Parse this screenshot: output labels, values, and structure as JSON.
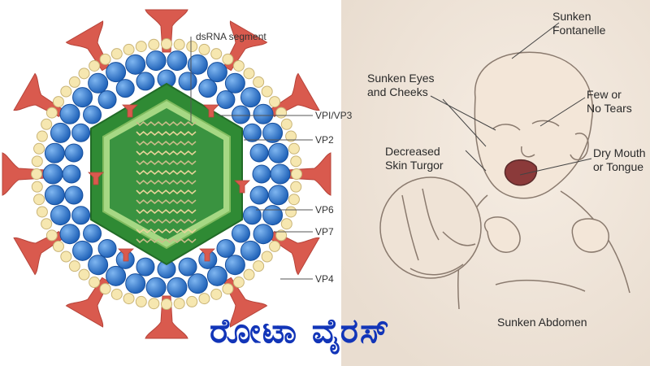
{
  "virus_labels": {
    "dsrna": "dsRNA segment",
    "vp1vp3": "VPI/VP3",
    "vp2": "VP2",
    "vp6": "VP6",
    "vp7": "VP7",
    "vp4": "VP4"
  },
  "symptom_labels": {
    "fontanelle": "Sunken\nFontanelle",
    "eyes": "Sunken Eyes\nand Cheeks",
    "tears": "Few or\nNo Tears",
    "turgor": "Decreased\nSkin Turgor",
    "mouth": "Dry Mouth\nor Tongue",
    "abdomen": "Sunken Abdomen"
  },
  "title": "ರೋಟಾ ವೈರಸ್",
  "colors": {
    "outer_bead": "#f6e7b0",
    "blue_bead": "#2f7fd6",
    "green_core": "#3e9a3c",
    "light_green": "#9cd27c",
    "spike": "#d95a4e",
    "title": "#1235b8"
  }
}
